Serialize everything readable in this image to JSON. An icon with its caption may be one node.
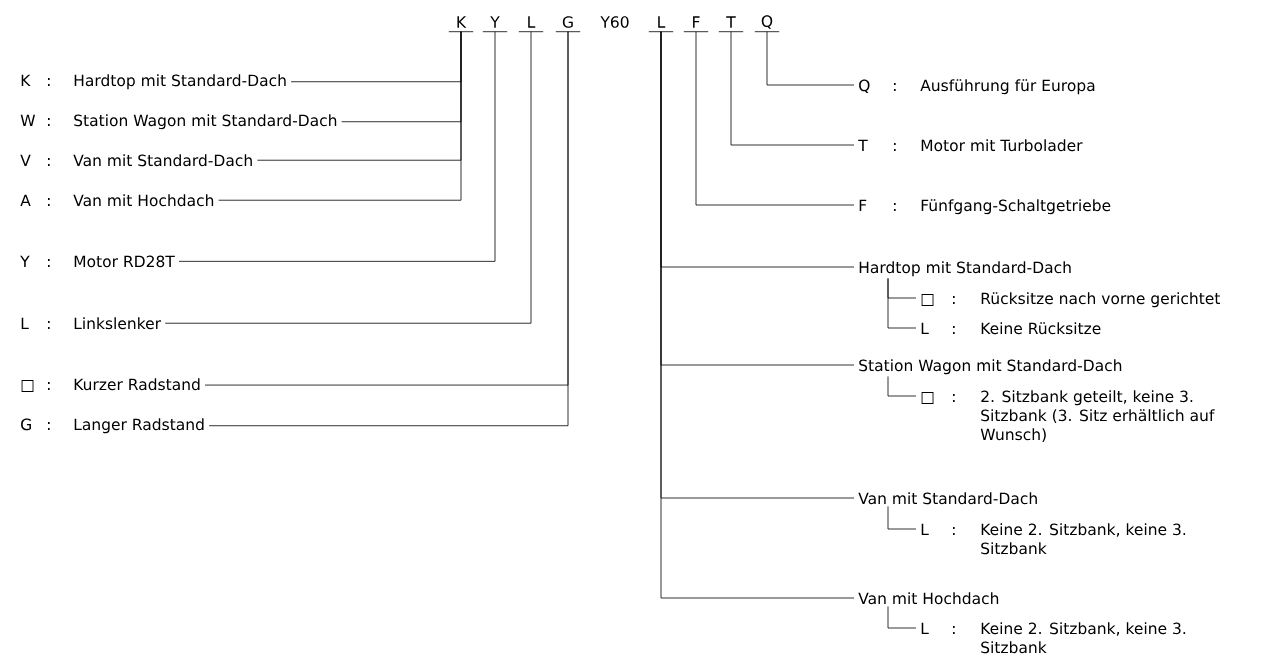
{
  "diagram": {
    "nodes": [
      {
        "text": [
          "K"
        ]
      },
      {
        "text": [
          "Y"
        ]
      },
      {
        "text": [
          "L"
        ]
      },
      {
        "text": [
          "G"
        ]
      },
      {
        "text": [
          "L"
        ]
      },
      {
        "text": [
          "F"
        ]
      },
      {
        "text": [
          "T"
        ]
      },
      {
        "text": [
          "Q"
        ]
      },
      {
        "text": [
          "K",
          ":",
          "Hardtop mit Standard-Dach"
        ]
      },
      {
        "text": [
          "W",
          ":",
          "Station Wagon mit Standard-Dach"
        ]
      },
      {
        "text": [
          "V",
          ":",
          "Van mit Standard-Dach"
        ]
      },
      {
        "text": [
          "A",
          ":",
          "Van mit Hochdach"
        ]
      },
      {
        "text": [
          "Y",
          ":",
          "Motor RD28T"
        ]
      },
      {
        "text": [
          "L",
          ":",
          "Linkslenker"
        ]
      },
      {
        "text": [
          "□",
          ":",
          "Kurzer Radstand"
        ]
      },
      {
        "text": [
          "G",
          ":",
          "Langer Radstand"
        ]
      },
      {
        "text": [
          "Q",
          ":",
          "Ausführung für Europa"
        ]
      },
      {
        "text": [
          "T",
          ":",
          "Motor mit Turbolader"
        ]
      },
      {
        "text": [
          "F",
          ":",
          "Fünfgang-Schaltgetriebe"
        ]
      },
      {
        "text": [
          "Hardtop mit Standard-Dach"
        ]
      },
      {
        "text": [
          "□",
          ":",
          "Rücksitze nach vorne gerichtet"
        ]
      },
      {
        "text": [
          "L",
          ":",
          "Keine Rücksitze"
        ]
      },
      {
        "text": [
          "Station Wagon mit Standard-Dach"
        ]
      },
      {
        "text": [
          "□",
          ":",
          "2. Sitzbank geteilt, keine 3. Sitzbank (3. Sitz erhältlich auf Wunsch)"
        ]
      },
      {
        "text": [
          "Van mit Standard-Dach"
        ]
      },
      {
        "text": [
          "L",
          ":",
          "Keine 2. Sitzbank, keine 3. Sitzbank"
        ]
      },
      {
        "text": [
          "Van mit Hochdach"
        ]
      },
      {
        "text": [
          "L",
          ":",
          "Keine 2. Sitzbank, keine 3. Sitzbank"
        ]
      }
    ],
    "edges": [
      {
        "from": 0,
        "to": 8,
        "arrow": "none"
      },
      {
        "from": 0,
        "to": 9,
        "arrow": "none"
      },
      {
        "from": 0,
        "to": 10,
        "arrow": "none"
      },
      {
        "from": 0,
        "to": 11,
        "arrow": "none"
      },
      {
        "from": 1,
        "to": 12,
        "arrow": "none"
      },
      {
        "from": 2,
        "to": 13,
        "arrow": "none"
      },
      {
        "from": 3,
        "to": 14,
        "arrow": "none"
      },
      {
        "from": 3,
        "to": 15,
        "arrow": "none"
      },
      {
        "from": 7,
        "to": 16,
        "arrow": "none"
      },
      {
        "from": 6,
        "to": 17,
        "arrow": "none"
      },
      {
        "from": 5,
        "to": 18,
        "arrow": "none"
      },
      {
        "from": 4,
        "to": 19,
        "arrow": "none"
      },
      {
        "from": 4,
        "to": 22,
        "arrow": "none"
      },
      {
        "from": 4,
        "to": 24,
        "arrow": "none"
      },
      {
        "from": 4,
        "to": 26,
        "arrow": "none"
      },
      {
        "from": 19,
        "to": 20,
        "arrow": "none"
      },
      {
        "from": 19,
        "to": 21,
        "arrow": "none"
      },
      {
        "from": 22,
        "to": 23,
        "arrow": "none"
      },
      {
        "from": 24,
        "to": 25,
        "arrow": "none"
      },
      {
        "from": 26,
        "to": 27,
        "arrow": "none"
      }
    ],
    "labels": [
      "Y60"
    ]
  }
}
